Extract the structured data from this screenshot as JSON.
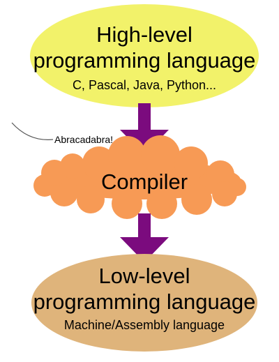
{
  "colors": {
    "top_node_fill": "#f2f26a",
    "compiler_cloud_fill": "#f79a55",
    "bottom_node_fill": "#dfb47b",
    "arrow_fill": "#7b0b7e",
    "callout_line": "#555555",
    "text": "#000000"
  },
  "nodes": {
    "high_level": {
      "title_line1": "High-level",
      "title_line2": "programming language",
      "examples": "C, Pascal, Java, Python..."
    },
    "compiler": {
      "label": "Compiler"
    },
    "low_level": {
      "title_line1": "Low-level",
      "title_line2": "programming language",
      "examples": "Machine/Assembly language"
    }
  },
  "callout": {
    "text": "Abracadabra!"
  },
  "icons": {
    "arrow_down_1": "arrow-down",
    "arrow_down_2": "arrow-down"
  }
}
